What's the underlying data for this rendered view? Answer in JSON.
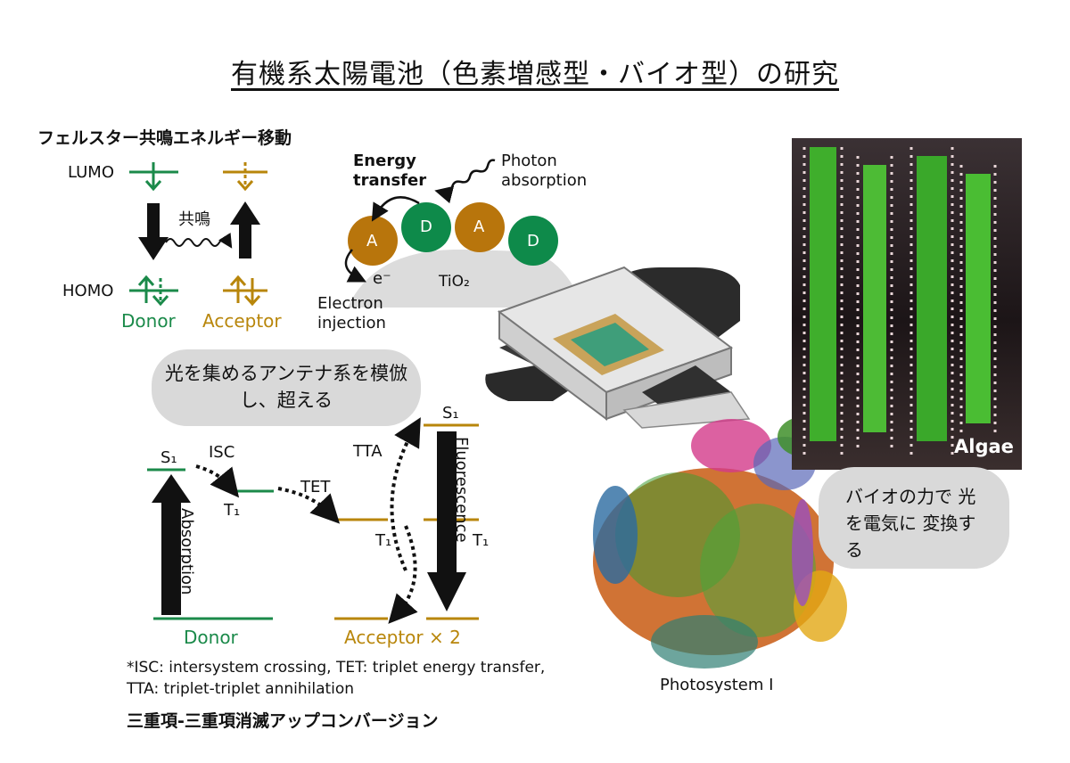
{
  "title": "有機系太陽電池（色素増感型・バイオ型）の研究",
  "fret": {
    "heading": "フェルスター共鳴エネルギー移動",
    "lumo": "LUMO",
    "homo": "HOMO",
    "resonance": "共鳴",
    "donor": "Donor",
    "acceptor": "Acceptor"
  },
  "dssc": {
    "energy_transfer": "Energy transfer",
    "photon_absorption": "Photon absorption",
    "electron": "e⁻",
    "electron_injection": "Electron injection",
    "tio2": "TiO₂",
    "a": "A",
    "d": "D"
  },
  "bubble_antenna": "光を集めるアンテナ系を模倣し、超える",
  "ttaupc": {
    "s1": "S₁",
    "t1": "T₁",
    "isc": "ISC",
    "tet": "TET",
    "tta": "TTA",
    "absorption": "Absorption",
    "fluorescence": "Fluorescence",
    "donor": "Donor",
    "acceptor_x2": "Acceptor × 2",
    "footnote": "*ISC: intersystem crossing, TET: triplet energy transfer, TTA: triplet-triplet annihilation",
    "heading": "三重項-三重項消滅アップコンバージョン"
  },
  "bio": {
    "algae": "Algae",
    "bubble": "バイオの力で 光を電気に 変換する",
    "photosystem": "Photosystem I"
  },
  "colors": {
    "green": "#1b8a4a",
    "gold": "#b8860b",
    "bubble": "#d9d9d9"
  }
}
